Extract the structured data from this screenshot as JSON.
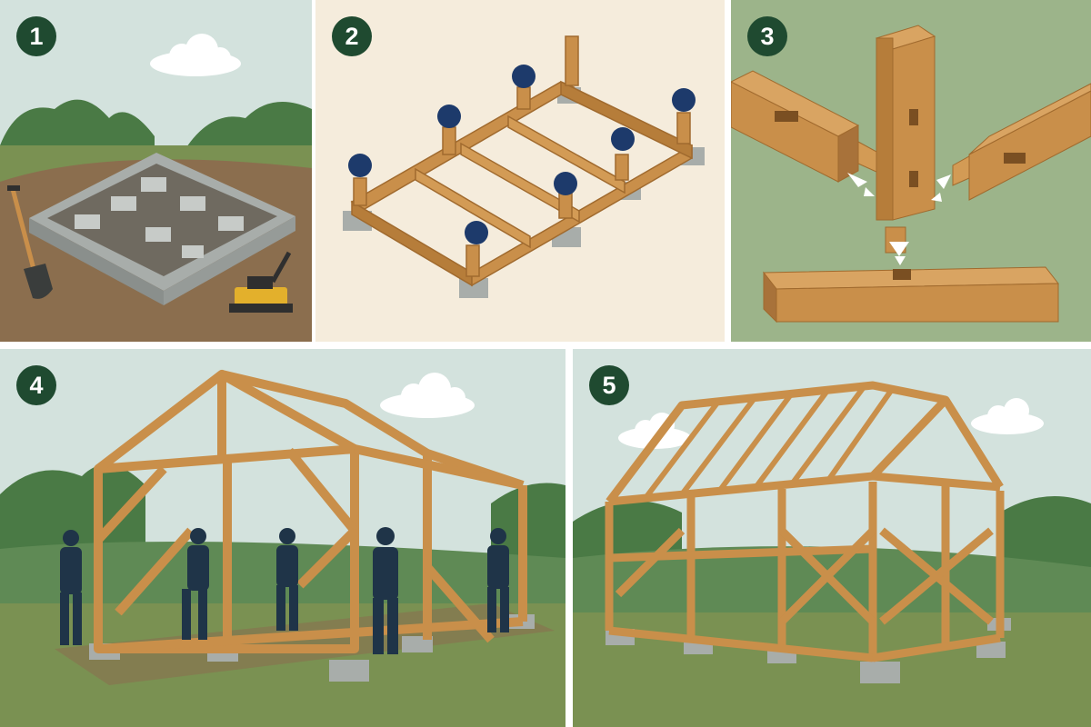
{
  "steps": [
    {
      "number": "1"
    },
    {
      "number": "2"
    },
    {
      "number": "3"
    },
    {
      "number": "4"
    },
    {
      "number": "5"
    }
  ],
  "colors": {
    "badge": "#1f4a30",
    "sky": "#d3e2dd",
    "grass": "#7a9152",
    "tree": "#4a7a45",
    "timber": "#c98f4a",
    "timber_dark": "#a06a2e",
    "concrete": "#a8adaa",
    "paper": "#f5ecdc",
    "panel3_bg": "#9cb48a",
    "worker": "#1f3448",
    "pin": "#1d3a6b",
    "compactor": "#e3b02c"
  },
  "icons": [
    "shovel-icon",
    "plate-compactor-icon",
    "cloud-icon",
    "arrow-icon",
    "worker-icon",
    "bolt-marker-icon"
  ]
}
